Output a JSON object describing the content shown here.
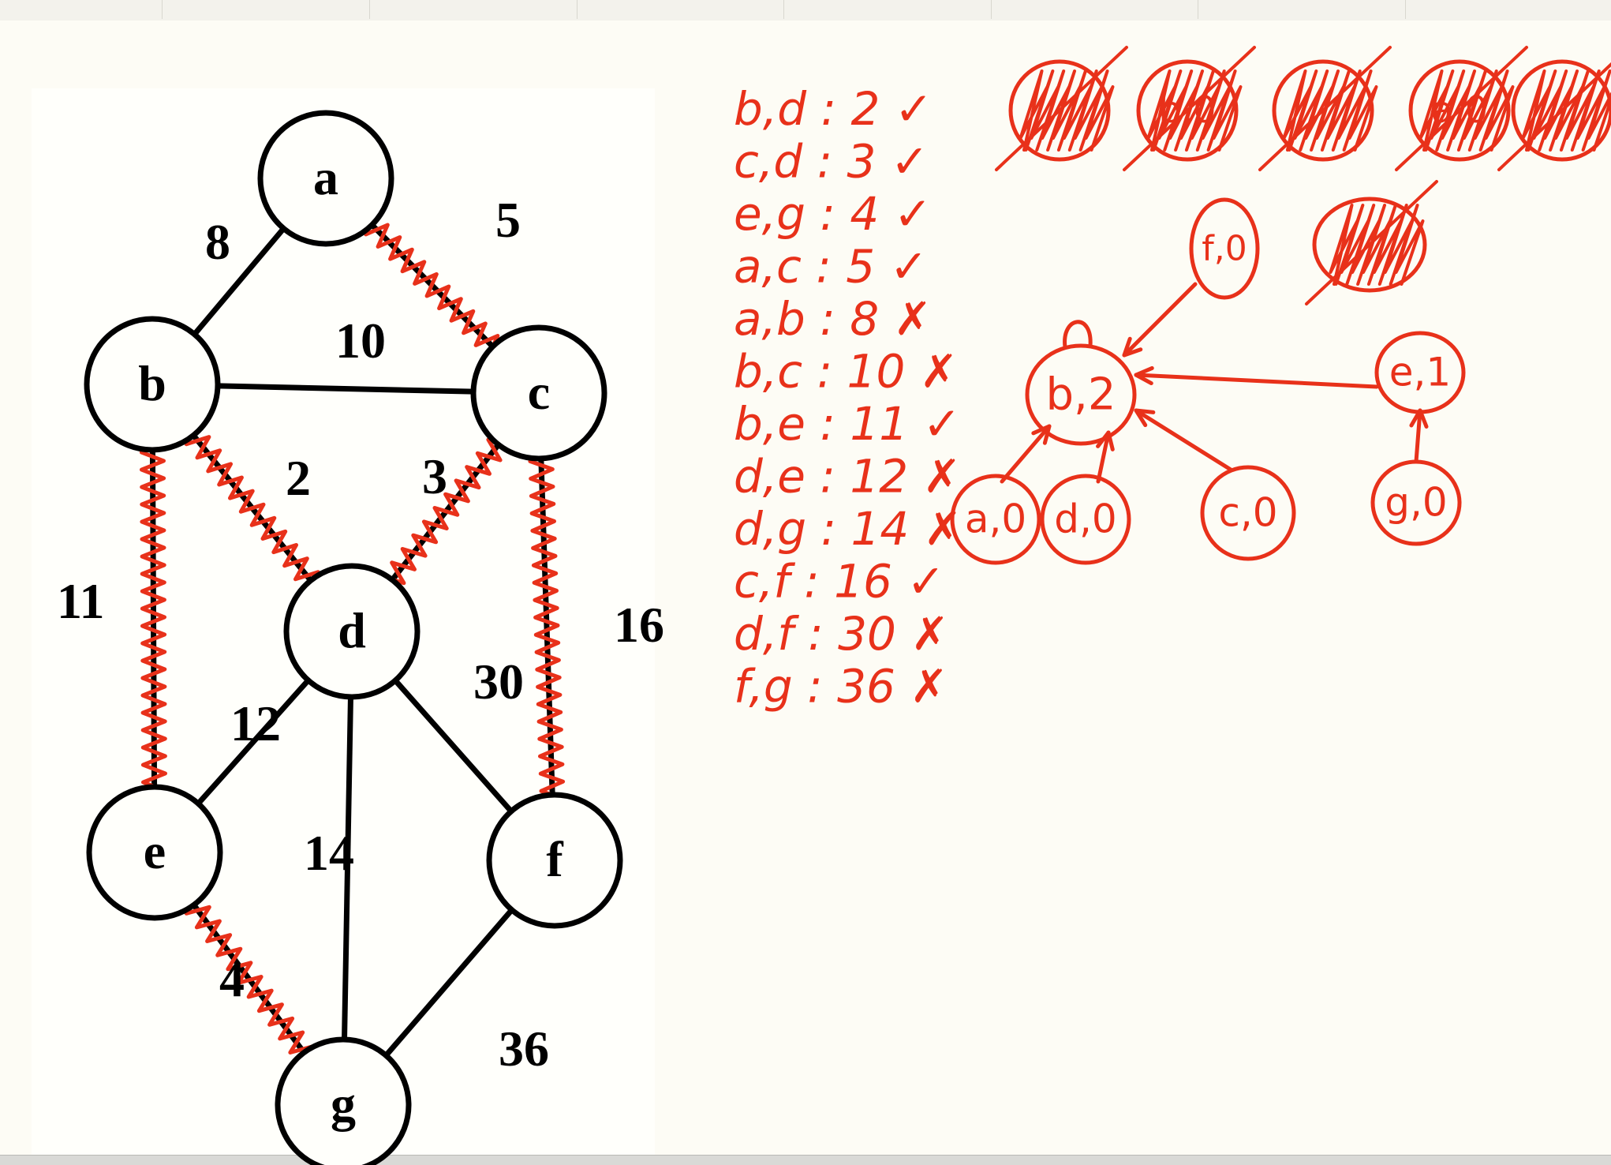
{
  "graph": {
    "nodes": [
      "a",
      "b",
      "c",
      "d",
      "e",
      "f",
      "g"
    ],
    "edges": [
      {
        "u": "a",
        "v": "b",
        "w": "8",
        "selected": false
      },
      {
        "u": "a",
        "v": "c",
        "w": "5",
        "selected": true
      },
      {
        "u": "b",
        "v": "c",
        "w": "10",
        "selected": false
      },
      {
        "u": "b",
        "v": "d",
        "w": "2",
        "selected": true
      },
      {
        "u": "c",
        "v": "d",
        "w": "3",
        "selected": true
      },
      {
        "u": "b",
        "v": "e",
        "w": "11",
        "selected": true
      },
      {
        "u": "c",
        "v": "f",
        "w": "16",
        "selected": true
      },
      {
        "u": "d",
        "v": "e",
        "w": "12",
        "selected": false
      },
      {
        "u": "d",
        "v": "g",
        "w": "14",
        "selected": false
      },
      {
        "u": "d",
        "v": "f",
        "w": "30",
        "selected": false
      },
      {
        "u": "e",
        "v": "g",
        "w": "4",
        "selected": true
      },
      {
        "u": "f",
        "v": "g",
        "w": "36",
        "selected": false
      }
    ]
  },
  "notes": {
    "edge_list": [
      {
        "pair": "b,d",
        "weight": "2",
        "mark": "✓"
      },
      {
        "pair": "c,d",
        "weight": "3",
        "mark": "✓"
      },
      {
        "pair": "e,g",
        "weight": "4",
        "mark": "✓"
      },
      {
        "pair": "a,c",
        "weight": "5",
        "mark": "✓"
      },
      {
        "pair": "a,b",
        "weight": "8",
        "mark": "✗"
      },
      {
        "pair": "b,c",
        "weight": "10",
        "mark": "✗"
      },
      {
        "pair": "b,e",
        "weight": "11",
        "mark": "✓"
      },
      {
        "pair": "d,e",
        "weight": "12",
        "mark": "✗"
      },
      {
        "pair": "d,g",
        "weight": "14",
        "mark": "✗"
      },
      {
        "pair": "c,f",
        "weight": "16",
        "mark": "✓"
      },
      {
        "pair": "d,f",
        "weight": "30",
        "mark": "✗"
      },
      {
        "pair": "f,g",
        "weight": "36",
        "mark": "✗"
      }
    ],
    "forest": {
      "root": "b,2",
      "children": [
        "a,0",
        "d,0",
        "c,0",
        "e,1",
        "f,0"
      ],
      "e_child": "g,0",
      "crossed_top": [
        "b,0",
        "a,0"
      ]
    }
  },
  "ink_color": "#e8311a"
}
